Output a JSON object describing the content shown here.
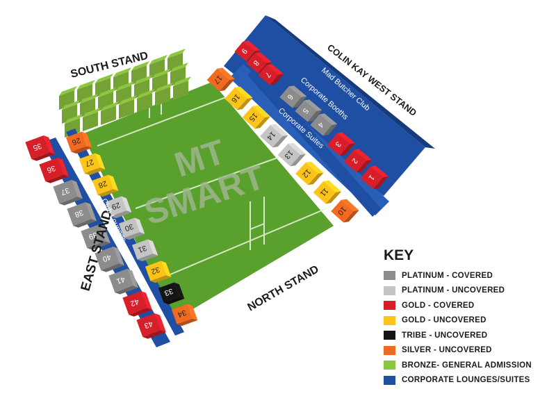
{
  "colors": {
    "platinum_covered": "#8c8c8c",
    "platinum_uncovered": "#c4c4c4",
    "gold_covered": "#d71f2a",
    "gold_uncovered": "#fcc419",
    "tribe": "#141414",
    "silver": "#f26a21",
    "bronze": "#8dc63f",
    "corporate": "#1f4fa3",
    "field": "#5aa02c"
  },
  "stands": {
    "south": "SOUTH STAND",
    "west": "COLIN KAY WEST STAND",
    "north": "NORTH STAND",
    "east": "EAST STAND"
  },
  "corporate_labels": {
    "mad_butcher": "Mad Butcher Club",
    "booths": "Corporate Booths",
    "suites": "Corporate Suites",
    "club_lounges": "Club Lounges"
  },
  "field_text": [
    "MT",
    "SMART"
  ],
  "sections": {
    "west_top": [
      {
        "n": "9",
        "cat": "gold_covered"
      },
      {
        "n": "8",
        "cat": "gold_covered"
      },
      {
        "n": "7",
        "cat": "gold_covered"
      }
    ],
    "west_booths": [
      {
        "n": "6",
        "cat": "platinum_covered"
      },
      {
        "n": "5",
        "cat": "platinum_covered"
      },
      {
        "n": "4",
        "cat": "platinum_covered"
      }
    ],
    "west_lower": [
      {
        "n": "3",
        "cat": "gold_covered"
      },
      {
        "n": "2",
        "cat": "gold_covered"
      },
      {
        "n": "1",
        "cat": "gold_covered"
      }
    ],
    "west_front": [
      {
        "n": "17",
        "cat": "silver"
      },
      {
        "n": "16",
        "cat": "gold_uncovered"
      },
      {
        "n": "15",
        "cat": "gold_uncovered"
      },
      {
        "n": "14",
        "cat": "platinum_uncovered"
      },
      {
        "n": "13",
        "cat": "platinum_uncovered"
      },
      {
        "n": "12",
        "cat": "gold_uncovered"
      },
      {
        "n": "11",
        "cat": "gold_uncovered"
      },
      {
        "n": "10",
        "cat": "silver"
      }
    ],
    "east_back": [
      {
        "n": "35",
        "cat": "gold_covered"
      },
      {
        "n": "36",
        "cat": "gold_covered"
      },
      {
        "n": "37",
        "cat": "platinum_covered"
      },
      {
        "n": "38",
        "cat": "platinum_covered"
      },
      {
        "n": "39",
        "cat": "platinum_covered"
      },
      {
        "n": "40",
        "cat": "platinum_covered"
      },
      {
        "n": "41",
        "cat": "platinum_covered"
      },
      {
        "n": "42",
        "cat": "gold_covered"
      },
      {
        "n": "43",
        "cat": "gold_covered"
      }
    ],
    "east_front": [
      {
        "n": "26",
        "cat": "silver"
      },
      {
        "n": "27",
        "cat": "gold_uncovered"
      },
      {
        "n": "28",
        "cat": "gold_uncovered"
      },
      {
        "n": "29",
        "cat": "platinum_uncovered"
      },
      {
        "n": "30",
        "cat": "platinum_uncovered"
      },
      {
        "n": "31",
        "cat": "platinum_uncovered"
      },
      {
        "n": "32",
        "cat": "gold_uncovered"
      },
      {
        "n": "33",
        "cat": "tribe"
      },
      {
        "n": "34",
        "cat": "silver"
      }
    ]
  },
  "key": {
    "title": "KEY",
    "items": [
      {
        "label": "PLATINUM - COVERED",
        "cat": "platinum_covered"
      },
      {
        "label": "PLATINUM - UNCOVERED",
        "cat": "platinum_uncovered"
      },
      {
        "label": "GOLD - COVERED",
        "cat": "gold_covered"
      },
      {
        "label": "GOLD - UNCOVERED",
        "cat": "gold_uncovered"
      },
      {
        "label": "TRIBE - UNCOVERED",
        "cat": "tribe"
      },
      {
        "label": "SILVER - UNCOVERED",
        "cat": "silver"
      },
      {
        "label": "BRONZE- GENERAL ADMISSION",
        "cat": "bronze"
      },
      {
        "label": "CORPORATE LOUNGES/SUITES",
        "cat": "corporate"
      }
    ]
  }
}
